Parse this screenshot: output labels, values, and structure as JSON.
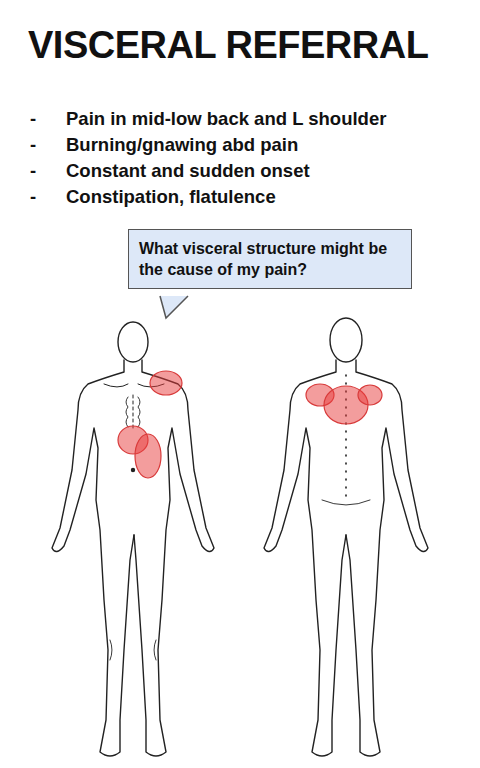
{
  "diagram": {
    "title": "VISCERAL REFERRAL",
    "nodes": [
      {
        "text": [
          "What visceral structure might be the cause of my pain?"
        ]
      }
    ],
    "edges": [],
    "labels": [
      "-",
      "Pain in mid-low back and L shoulder",
      "-",
      "Burning/gnawing abd pain",
      "-",
      "Constant and sudden onset",
      "-",
      "Constipation, flatulence"
    ]
  }
}
